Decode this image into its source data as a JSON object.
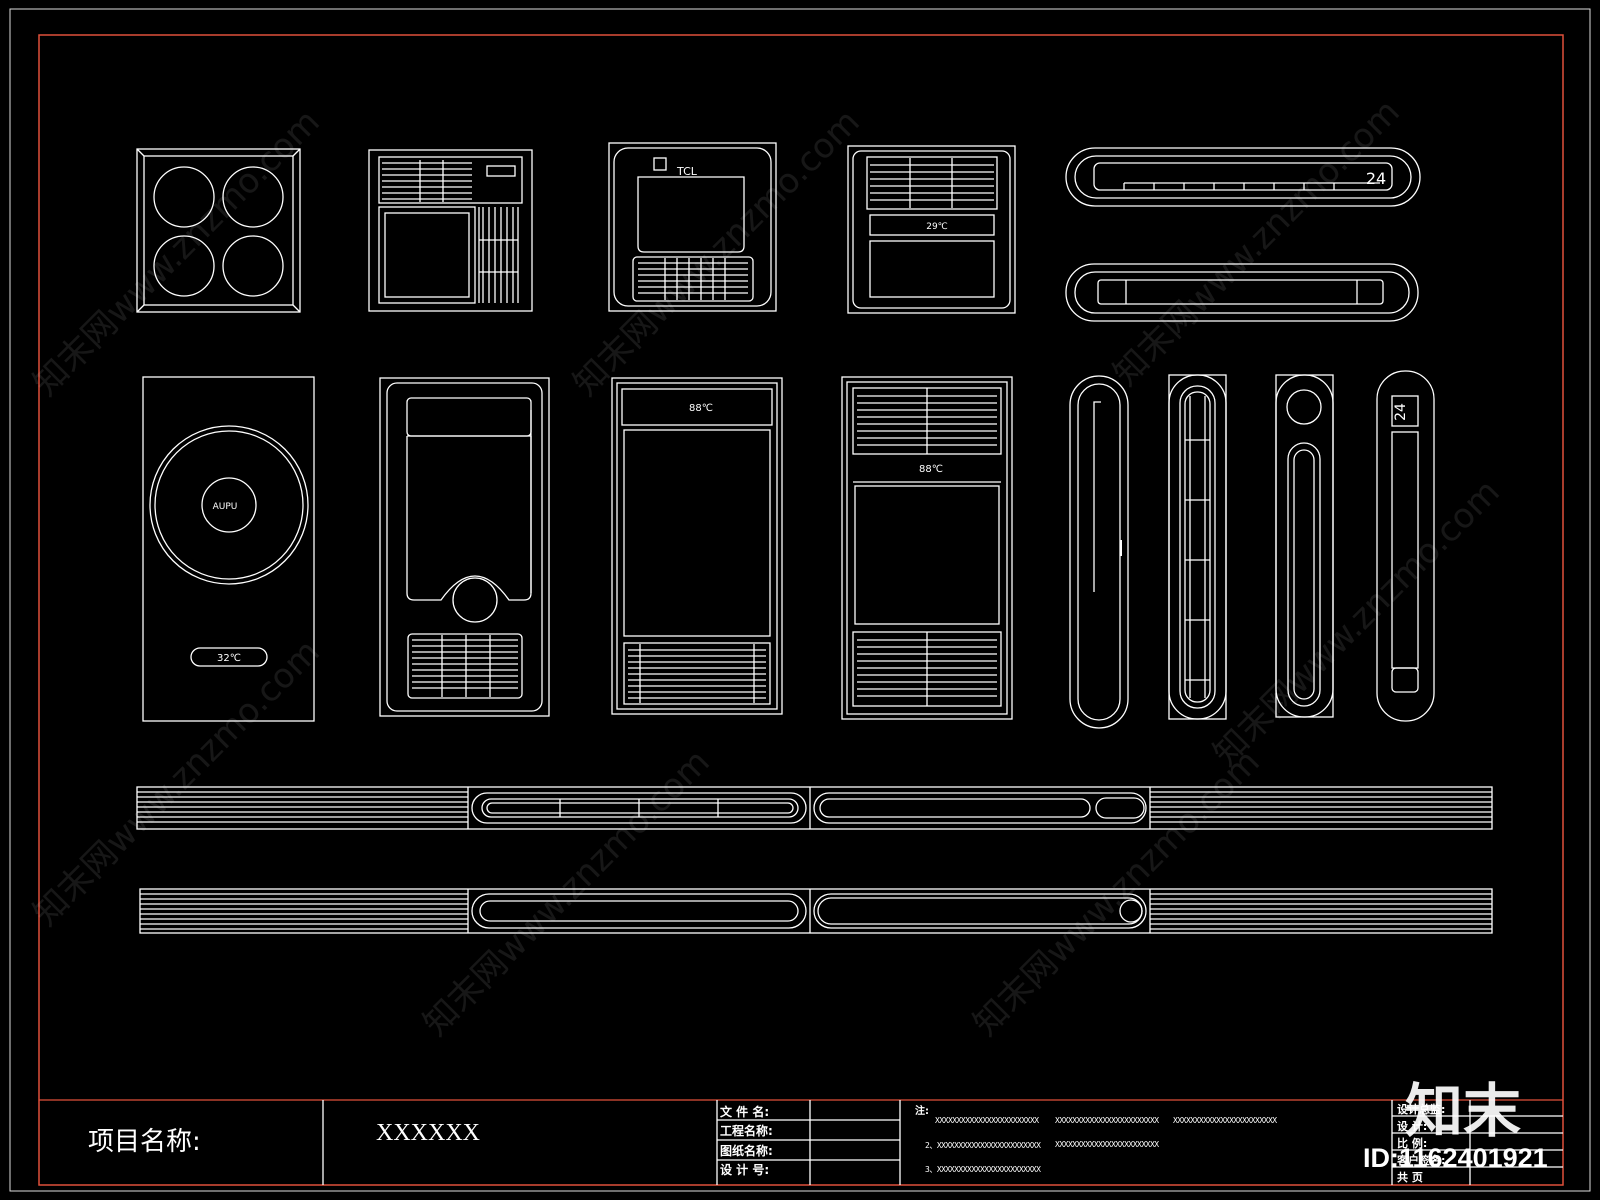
{
  "devices": {
    "tcl_brand": "TCL",
    "aupu_brand": "AUPU",
    "temp_32": "32℃",
    "temp_29": "29℃",
    "display_88": "88℃",
    "num_24": "24"
  },
  "title_block": {
    "project_label": "项目名称:",
    "project_value": "XXXXXX",
    "fields": [
      "文 件 名:",
      "工程名称:",
      "图纸名称:",
      "设 计 号:"
    ],
    "notes_heading": "注:",
    "notes": [
      "XXXXXXXXXXXXXXXXXXXXXXXX",
      "XXXXXXXXXXXXXXXXXXXXXXXX",
      "XXXXXXXXXXXXXXXXXXXXXXXX",
      "2、XXXXXXXXXXXXXXXXXXXXXXXX",
      "XXXXXXXXXXXXXXXXXXXXXXXX",
      "3、XXXXXXXXXXXXXXXXXXXXXXXX"
    ],
    "signatures": [
      "设计总监:",
      "设    计:",
      "比    例:",
      "客户签名:",
      "共    页"
    ]
  },
  "watermark": {
    "logo": "知末",
    "id": "ID:1162401921",
    "text": "知末网www.znzmo.com"
  },
  "colors": {
    "background": "#000000",
    "lines": "#ffffff",
    "border": "#e0503a"
  }
}
